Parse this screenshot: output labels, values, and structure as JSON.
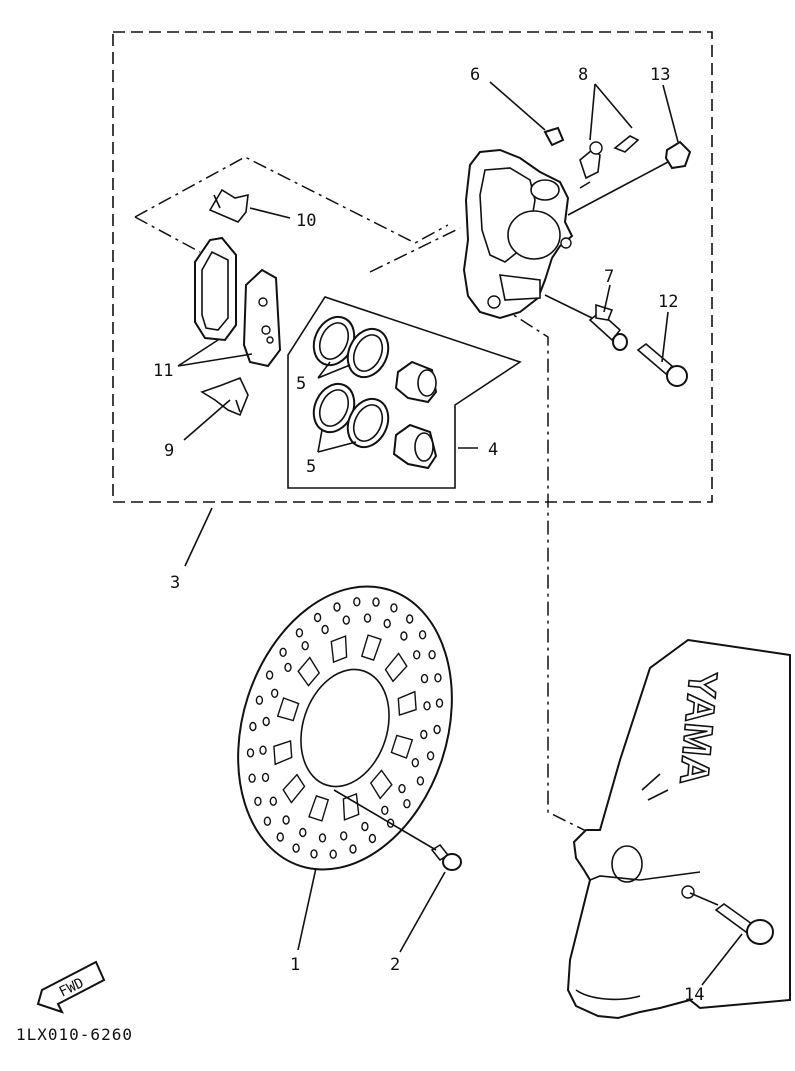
{
  "diagram": {
    "callouts": [
      {
        "id": "1",
        "text": "1"
      },
      {
        "id": "2",
        "text": "2"
      },
      {
        "id": "3",
        "text": "3"
      },
      {
        "id": "4",
        "text": "4"
      },
      {
        "id": "5a",
        "text": "5"
      },
      {
        "id": "5b",
        "text": "5"
      },
      {
        "id": "6",
        "text": "6"
      },
      {
        "id": "7",
        "text": "7"
      },
      {
        "id": "8",
        "text": "8"
      },
      {
        "id": "9",
        "text": "9"
      },
      {
        "id": "10",
        "text": "10"
      },
      {
        "id": "11",
        "text": "11"
      },
      {
        "id": "12",
        "text": "12"
      },
      {
        "id": "13",
        "text": "13"
      },
      {
        "id": "14",
        "text": "14"
      }
    ],
    "fwd_label": "FWD",
    "fork_brand": "YAMA",
    "drawing_code": "1LX010-6260"
  }
}
